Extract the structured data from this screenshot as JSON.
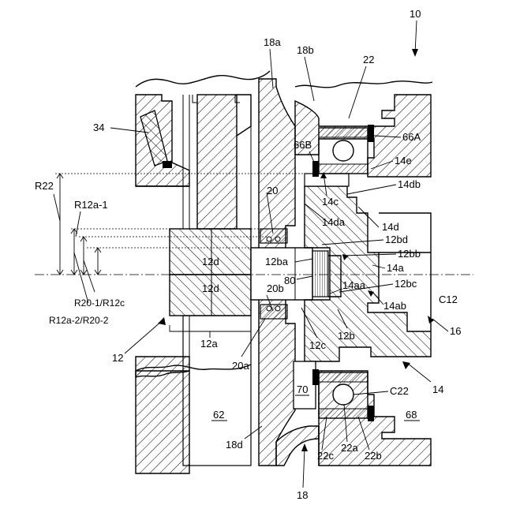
{
  "figure": {
    "labels": [
      {
        "id": "10",
        "text": "10"
      },
      {
        "id": "18a",
        "text": "18a"
      },
      {
        "id": "18b",
        "text": "18b"
      },
      {
        "id": "22",
        "text": "22"
      },
      {
        "id": "34",
        "text": "34"
      },
      {
        "id": "66A",
        "text": "66A"
      },
      {
        "id": "66B",
        "text": "66B"
      },
      {
        "id": "14e",
        "text": "14e"
      },
      {
        "id": "14db",
        "text": "14db"
      },
      {
        "id": "R22",
        "text": "R22"
      },
      {
        "id": "20",
        "text": "20"
      },
      {
        "id": "14c",
        "text": "14c"
      },
      {
        "id": "R12a-1",
        "text": "R12a-1"
      },
      {
        "id": "14da",
        "text": "14da"
      },
      {
        "id": "14d",
        "text": "14d"
      },
      {
        "id": "12bd",
        "text": "12bd"
      },
      {
        "id": "12d_top",
        "text": "12d"
      },
      {
        "id": "12bb",
        "text": "12bb"
      },
      {
        "id": "12ba",
        "text": "12ba"
      },
      {
        "id": "14a",
        "text": "14a"
      },
      {
        "id": "80",
        "text": "80"
      },
      {
        "id": "12bc",
        "text": "12bc"
      },
      {
        "id": "14aa",
        "text": "14aa"
      },
      {
        "id": "12d_bot",
        "text": "12d"
      },
      {
        "id": "20b",
        "text": "20b"
      },
      {
        "id": "C12",
        "text": "C12"
      },
      {
        "id": "R20-1/R12c",
        "text": "R20-1/R12c"
      },
      {
        "id": "14ab",
        "text": "14ab"
      },
      {
        "id": "R12a-2/R20-2",
        "text": "R12a-2/R20-2"
      },
      {
        "id": "16",
        "text": "16"
      },
      {
        "id": "12b",
        "text": "12b"
      },
      {
        "id": "12a",
        "text": "12a"
      },
      {
        "id": "12c",
        "text": "12c"
      },
      {
        "id": "12",
        "text": "12"
      },
      {
        "id": "20a",
        "text": "20a"
      },
      {
        "id": "14",
        "text": "14"
      },
      {
        "id": "70",
        "text": "70"
      },
      {
        "id": "C22",
        "text": "C22"
      },
      {
        "id": "62",
        "text": "62"
      },
      {
        "id": "68",
        "text": "68"
      },
      {
        "id": "18d",
        "text": "18d"
      },
      {
        "id": "22c",
        "text": "22c"
      },
      {
        "id": "22a",
        "text": "22a"
      },
      {
        "id": "22b",
        "text": "22b"
      },
      {
        "id": "18",
        "text": "18"
      }
    ]
  }
}
